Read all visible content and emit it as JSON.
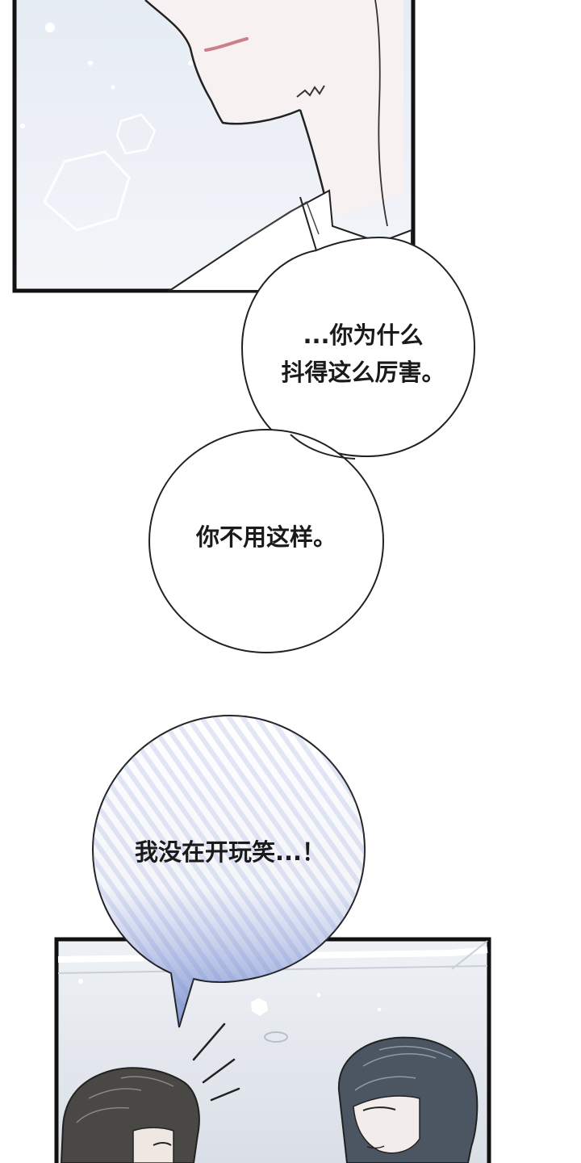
{
  "bubbles": [
    {
      "lines": [
        "...你为什么",
        "抖得这么厉害。"
      ]
    },
    {
      "lines": [
        "你不用这样。"
      ]
    },
    {
      "lines": [
        "我没在开玩笑...！"
      ]
    }
  ],
  "colors": {
    "panel_bg_top": "#e9eef5",
    "panel_border": "#111111",
    "bubble_gradient_bottom": "#8c9fd6",
    "ink": "#1a1a1a"
  }
}
